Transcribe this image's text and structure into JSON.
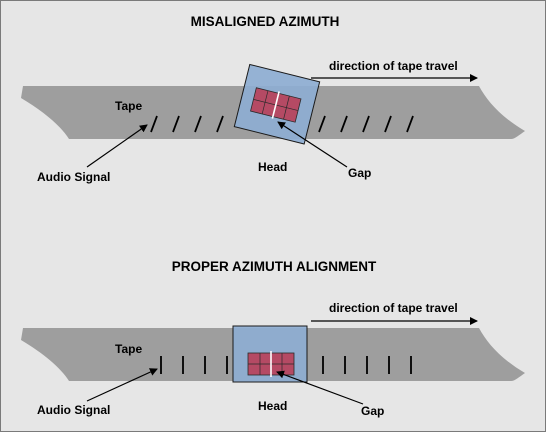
{
  "colors": {
    "background": "#e6e6e6",
    "tape": "#9e9e9e",
    "head_fill": "#8eaed2",
    "head_stroke": "#1a1a1a",
    "gap_block": "#b54a64",
    "signal_line": "#000000"
  },
  "top_diagram": {
    "title": "MISALIGNED AZIMUTH",
    "direction_label": "direction of tape travel",
    "tape_label": "Tape",
    "signal_label": "Audio Signal",
    "head_label": "Head",
    "gap_label": "Gap"
  },
  "bottom_diagram": {
    "title": "PROPER AZIMUTH ALIGNMENT",
    "direction_label": "direction of tape travel",
    "tape_label": "Tape",
    "signal_label": "Audio Signal",
    "head_label": "Head",
    "gap_label": "Gap"
  }
}
